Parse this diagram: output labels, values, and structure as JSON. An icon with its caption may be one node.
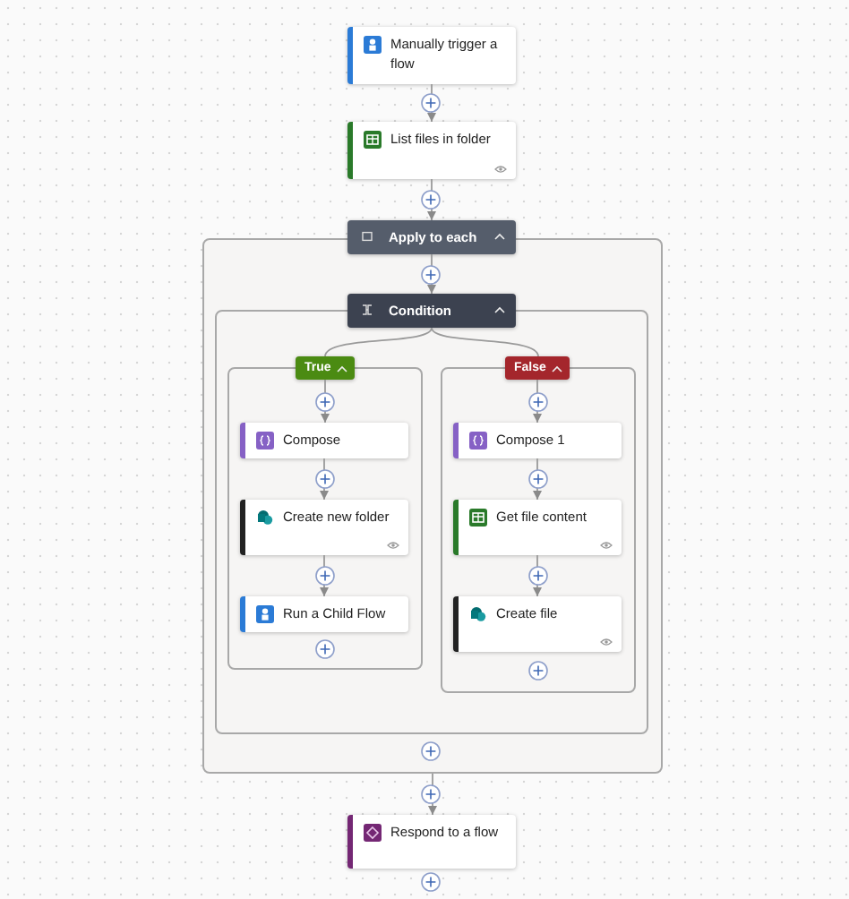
{
  "diagram": {
    "nodes": [
      {
        "text": [
          "Manually trigger a flow"
        ]
      },
      {
        "text": [
          "List files in folder"
        ]
      },
      {
        "text": [
          "Apply to each"
        ]
      },
      {
        "text": [
          "Condition"
        ],
        "in": 2
      },
      {
        "text": [
          "True"
        ],
        "in": 3
      },
      {
        "text": [
          "Compose"
        ],
        "in": 4
      },
      {
        "text": [
          "Create new folder"
        ],
        "in": 4
      },
      {
        "text": [
          "Run a Child Flow"
        ],
        "in": 4
      },
      {
        "text": [
          "False"
        ],
        "in": 3
      },
      {
        "text": [
          "Compose 1"
        ],
        "in": 8
      },
      {
        "text": [
          "Get file content"
        ],
        "in": 8
      },
      {
        "text": [
          "Create file"
        ],
        "in": 8
      },
      {
        "text": [
          "Respond to a flow"
        ]
      }
    ],
    "edges": [
      {
        "from": 0,
        "to": 1,
        "arrow": "to"
      },
      {
        "from": 1,
        "to": 2,
        "arrow": "to"
      },
      {
        "from": 2,
        "to": 3,
        "arrow": "to"
      },
      {
        "from": 3,
        "to": 4,
        "arrow": "none"
      },
      {
        "from": 3,
        "to": 8,
        "arrow": "none"
      },
      {
        "from": 4,
        "to": 5,
        "arrow": "to"
      },
      {
        "from": 5,
        "to": 6,
        "arrow": "to"
      },
      {
        "from": 6,
        "to": 7,
        "arrow": "to"
      },
      {
        "from": 8,
        "to": 9,
        "arrow": "to"
      },
      {
        "from": 9,
        "to": 10,
        "arrow": "to"
      },
      {
        "from": 10,
        "to": 11,
        "arrow": "to"
      },
      {
        "from": 2,
        "to": 12,
        "arrow": "to"
      }
    ]
  }
}
